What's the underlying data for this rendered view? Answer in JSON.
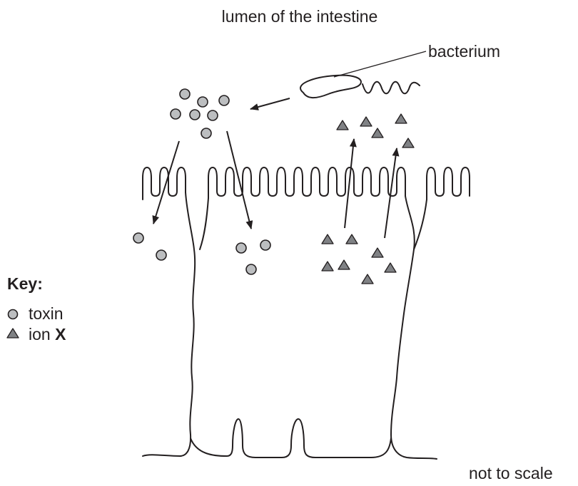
{
  "labels": {
    "lumen": "lumen of the intestine",
    "bacterium": "bacterium",
    "scale_note": "not to scale"
  },
  "key": {
    "title": "Key:",
    "toxin_label": "toxin",
    "ion_label_prefix": "ion ",
    "ion_label_letter": "X"
  },
  "colors": {
    "line": "#231f20",
    "toxin_fill": "#bcbec0",
    "ion_fill": "#808285"
  }
}
